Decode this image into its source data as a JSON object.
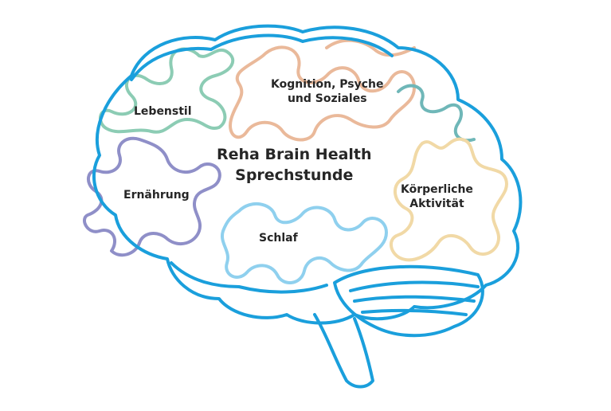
{
  "title_line1": "Reha Brain Health",
  "title_line2": "Sprechstunde",
  "areas": {
    "lebensstil": "Lebenstil",
    "kognition_line1": "Kognition, Psyche",
    "kognition_line2": "und Soziales",
    "ernaehrung": "Ernährung",
    "schlaf": "Schlaf",
    "koerper_line1": "Körperliche",
    "koerper_line2": "Aktivität"
  },
  "colors": {
    "outline": "#1a9fdc",
    "lebensstil": "#8cccb4",
    "kognition": "#eab99a",
    "ernaehrung": "#8f8fc8",
    "schlaf": "#8fd0ee",
    "koerper": "#f1d9a6",
    "teal": "#6fb7b8"
  }
}
